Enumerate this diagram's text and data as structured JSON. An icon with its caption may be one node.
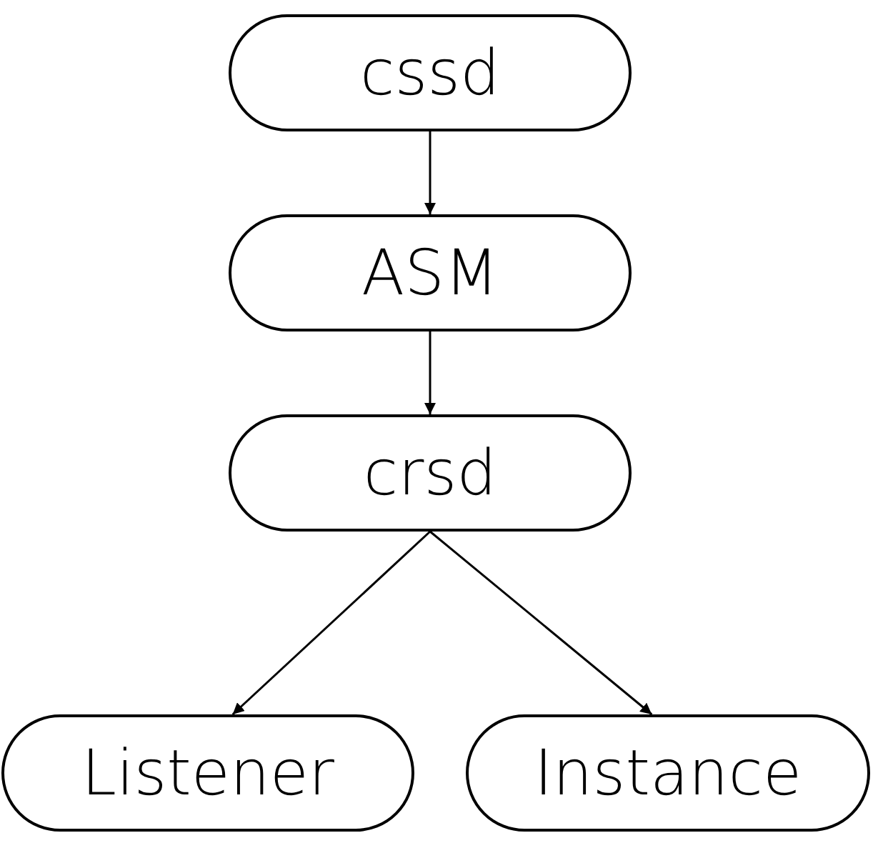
{
  "diagram": {
    "nodes": [
      {
        "text": [
          "cssd"
        ]
      },
      {
        "text": [
          "ASM"
        ]
      },
      {
        "text": [
          "crsd"
        ]
      },
      {
        "text": [
          "Listener"
        ]
      },
      {
        "text": [
          "Instance"
        ]
      }
    ],
    "edges": [
      {
        "from": 0,
        "to": 1,
        "arrow": "to"
      },
      {
        "from": 1,
        "to": 2,
        "arrow": "to"
      },
      {
        "from": 2,
        "to": 3,
        "arrow": "to"
      },
      {
        "from": 2,
        "to": 4,
        "arrow": "to"
      }
    ]
  }
}
